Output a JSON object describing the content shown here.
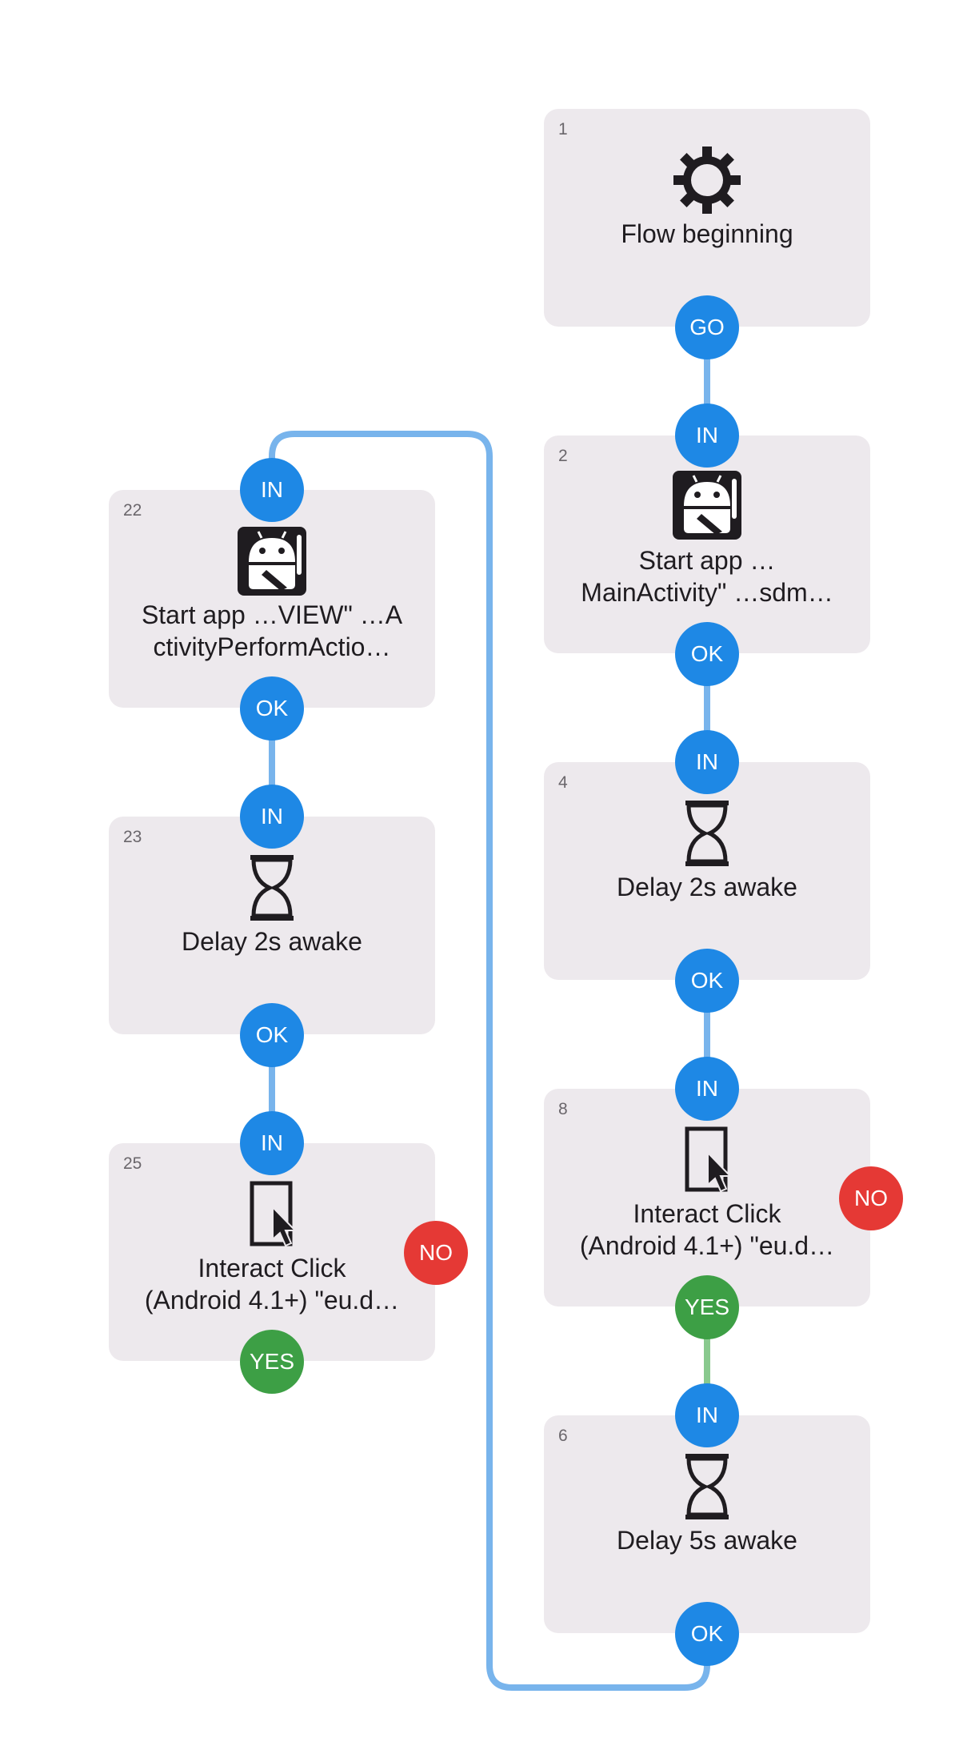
{
  "colors": {
    "background": "#ffffff",
    "block": "#ede9ed",
    "port_blue": "#1e88e5",
    "port_green": "#3d9f45",
    "port_red": "#e53935",
    "line_blue": "#78b4ec",
    "line_green": "#89c98e"
  },
  "blocks": [
    {
      "id": "1",
      "icon": "gear-icon",
      "label": "Flow beginning"
    },
    {
      "id": "2",
      "icon": "android-app-icon",
      "label": "Start app …\nMainActivity\" …sdm…"
    },
    {
      "id": "4",
      "icon": "hourglass-icon",
      "label": "Delay 2s awake"
    },
    {
      "id": "8",
      "icon": "tap-cursor-icon",
      "label": "Interact Click\n(Android 4.1+) \"eu.d…"
    },
    {
      "id": "6",
      "icon": "hourglass-icon",
      "label": "Delay 5s awake"
    },
    {
      "id": "22",
      "icon": "android-app-icon",
      "label": "Start app …VIEW\" …A\nctivityPerformActio…"
    },
    {
      "id": "23",
      "icon": "hourglass-icon",
      "label": "Delay 2s awake"
    },
    {
      "id": "25",
      "icon": "tap-cursor-icon",
      "label": "Interact Click\n(Android 4.1+) \"eu.d…"
    }
  ],
  "ports": {
    "go": "GO",
    "in": "IN",
    "ok": "OK",
    "yes": "YES",
    "no": "NO"
  }
}
